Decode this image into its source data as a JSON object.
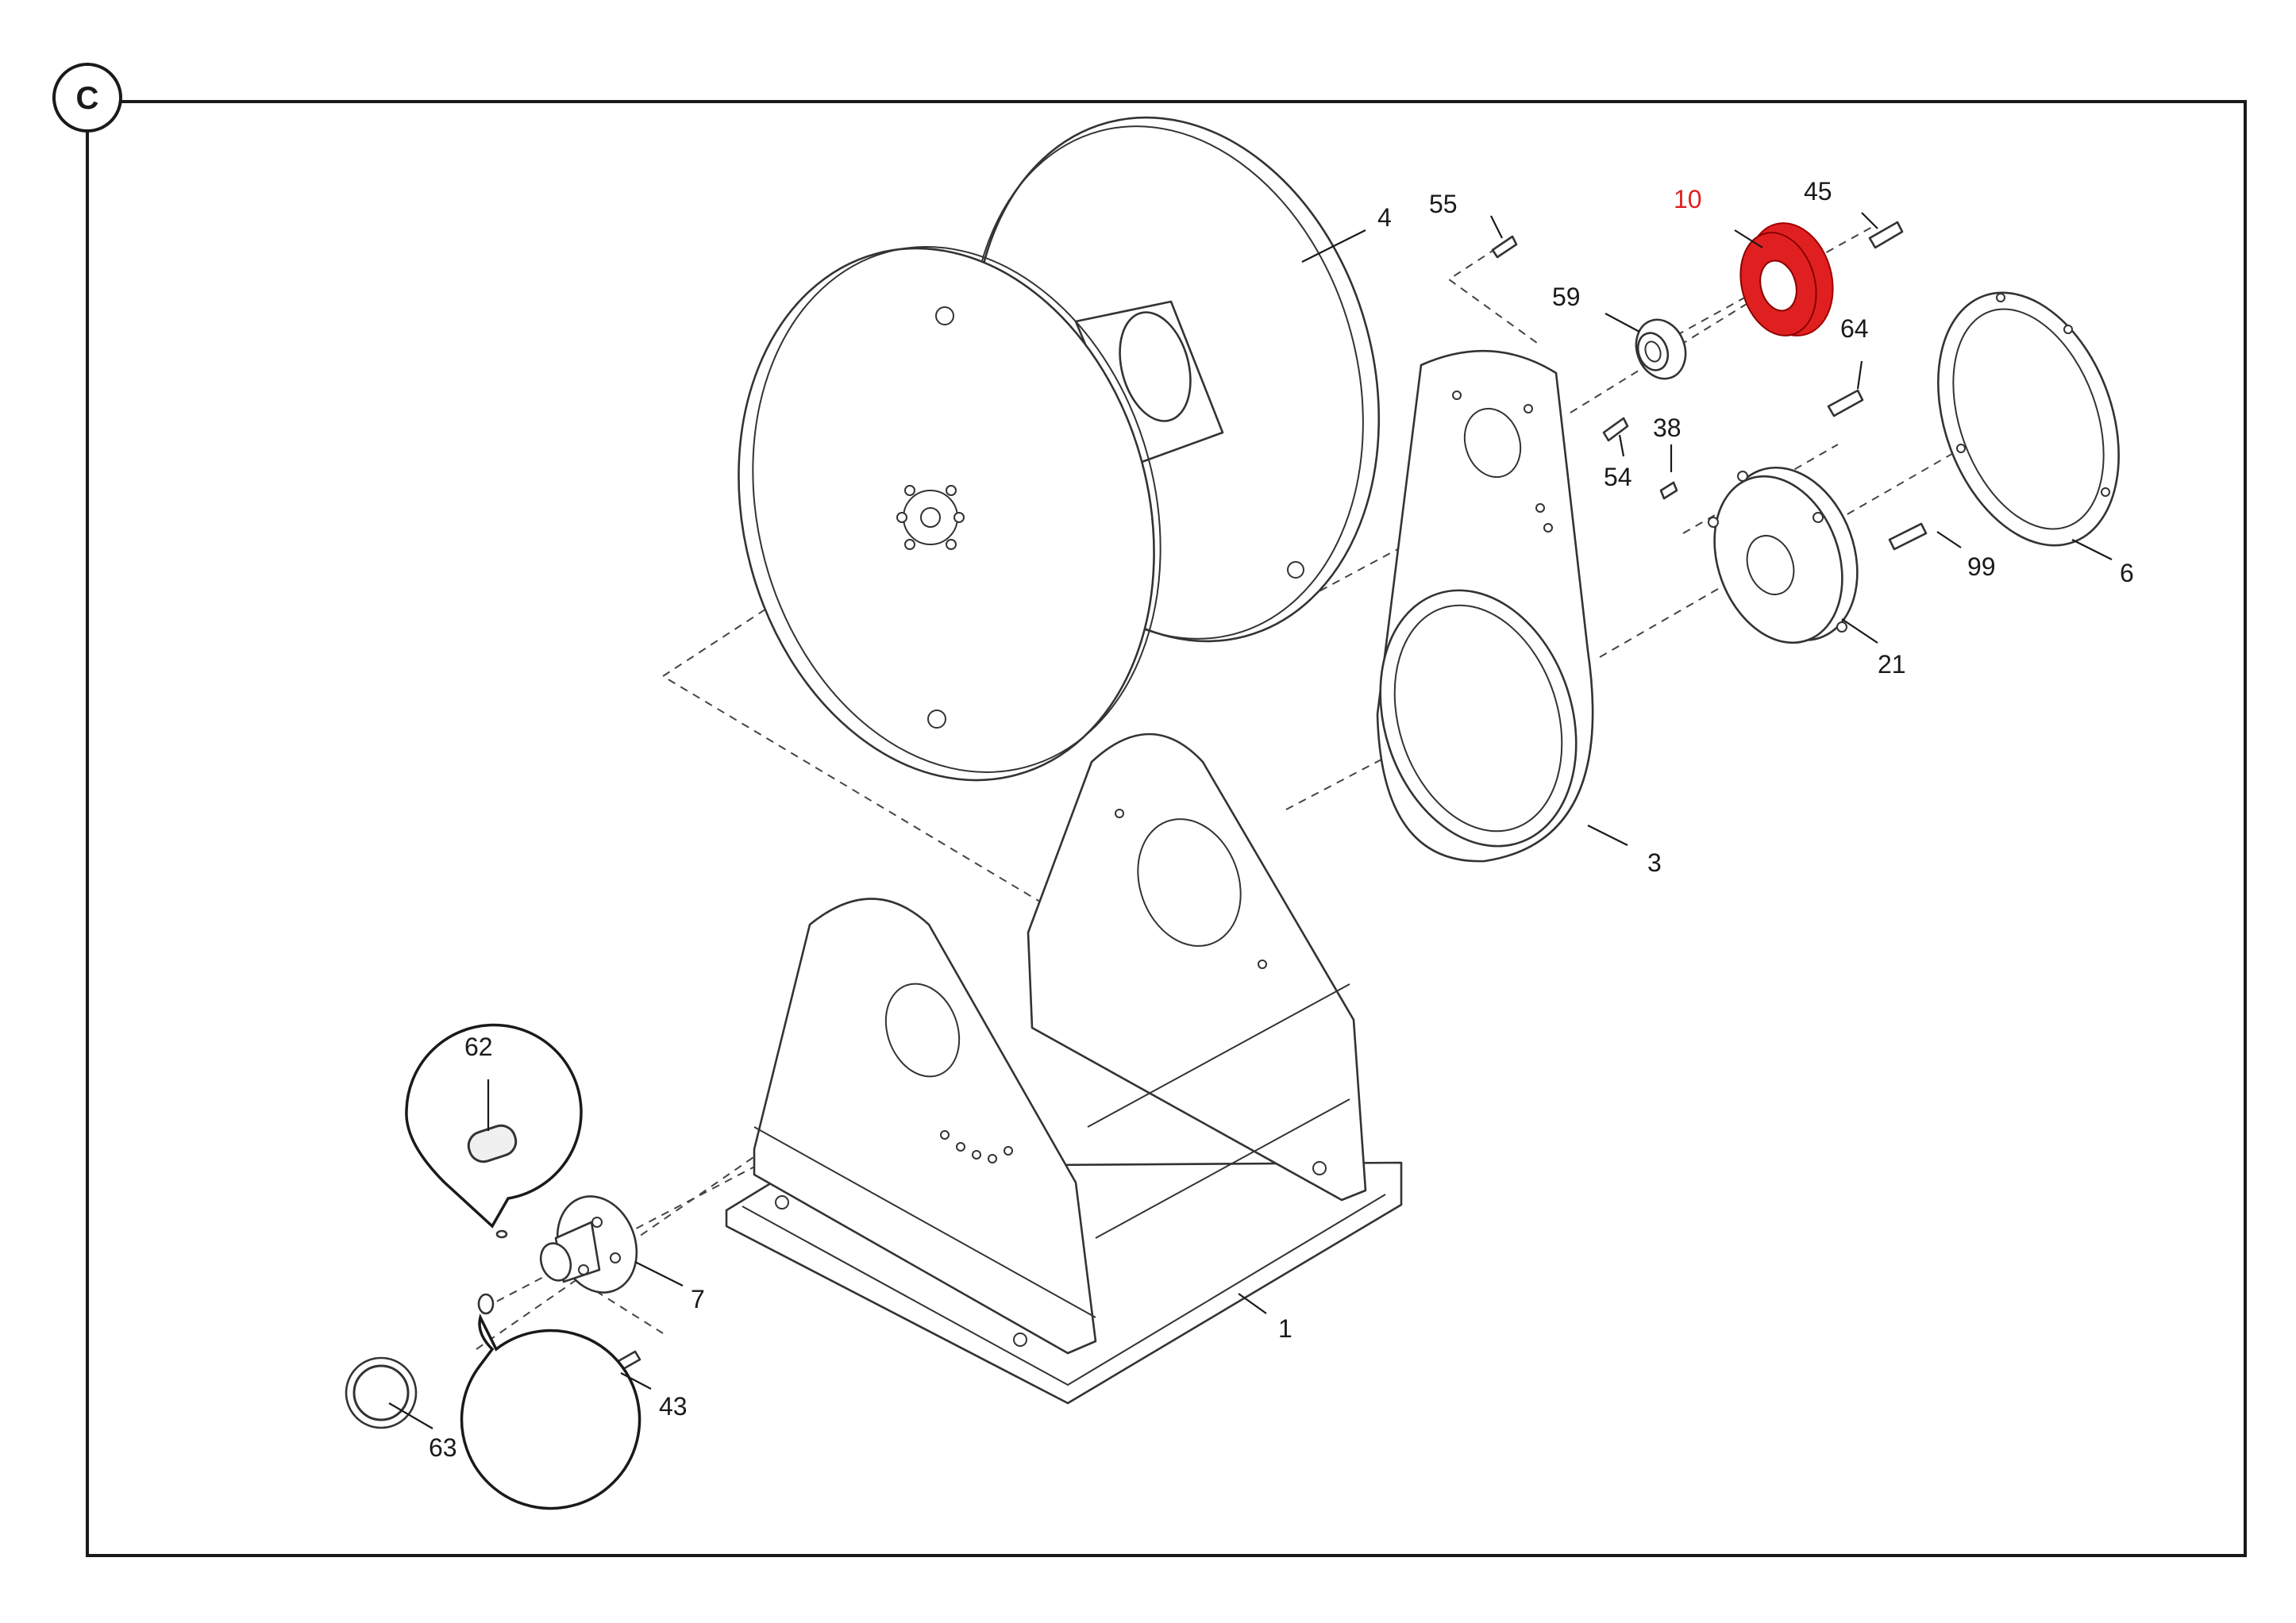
{
  "section": {
    "label": "C"
  },
  "callouts": [
    {
      "id": "1",
      "label": "1",
      "highlighted": false
    },
    {
      "id": "3",
      "label": "3",
      "highlighted": false
    },
    {
      "id": "4",
      "label": "4",
      "highlighted": false
    },
    {
      "id": "6",
      "label": "6",
      "highlighted": false
    },
    {
      "id": "7",
      "label": "7",
      "highlighted": false
    },
    {
      "id": "10",
      "label": "10",
      "highlighted": true
    },
    {
      "id": "21",
      "label": "21",
      "highlighted": false
    },
    {
      "id": "38",
      "label": "38",
      "highlighted": false
    },
    {
      "id": "43",
      "label": "43",
      "highlighted": false
    },
    {
      "id": "45",
      "label": "45",
      "highlighted": false
    },
    {
      "id": "54",
      "label": "54",
      "highlighted": false
    },
    {
      "id": "55",
      "label": "55",
      "highlighted": false
    },
    {
      "id": "59",
      "label": "59",
      "highlighted": false
    },
    {
      "id": "62",
      "label": "62",
      "highlighted": false
    },
    {
      "id": "63",
      "label": "63",
      "highlighted": false
    },
    {
      "id": "64",
      "label": "64",
      "highlighted": false
    },
    {
      "id": "99",
      "label": "99",
      "highlighted": false
    }
  ],
  "colors": {
    "highlight": "#e02020",
    "line": "#333333",
    "text": "#1a1a1a"
  }
}
